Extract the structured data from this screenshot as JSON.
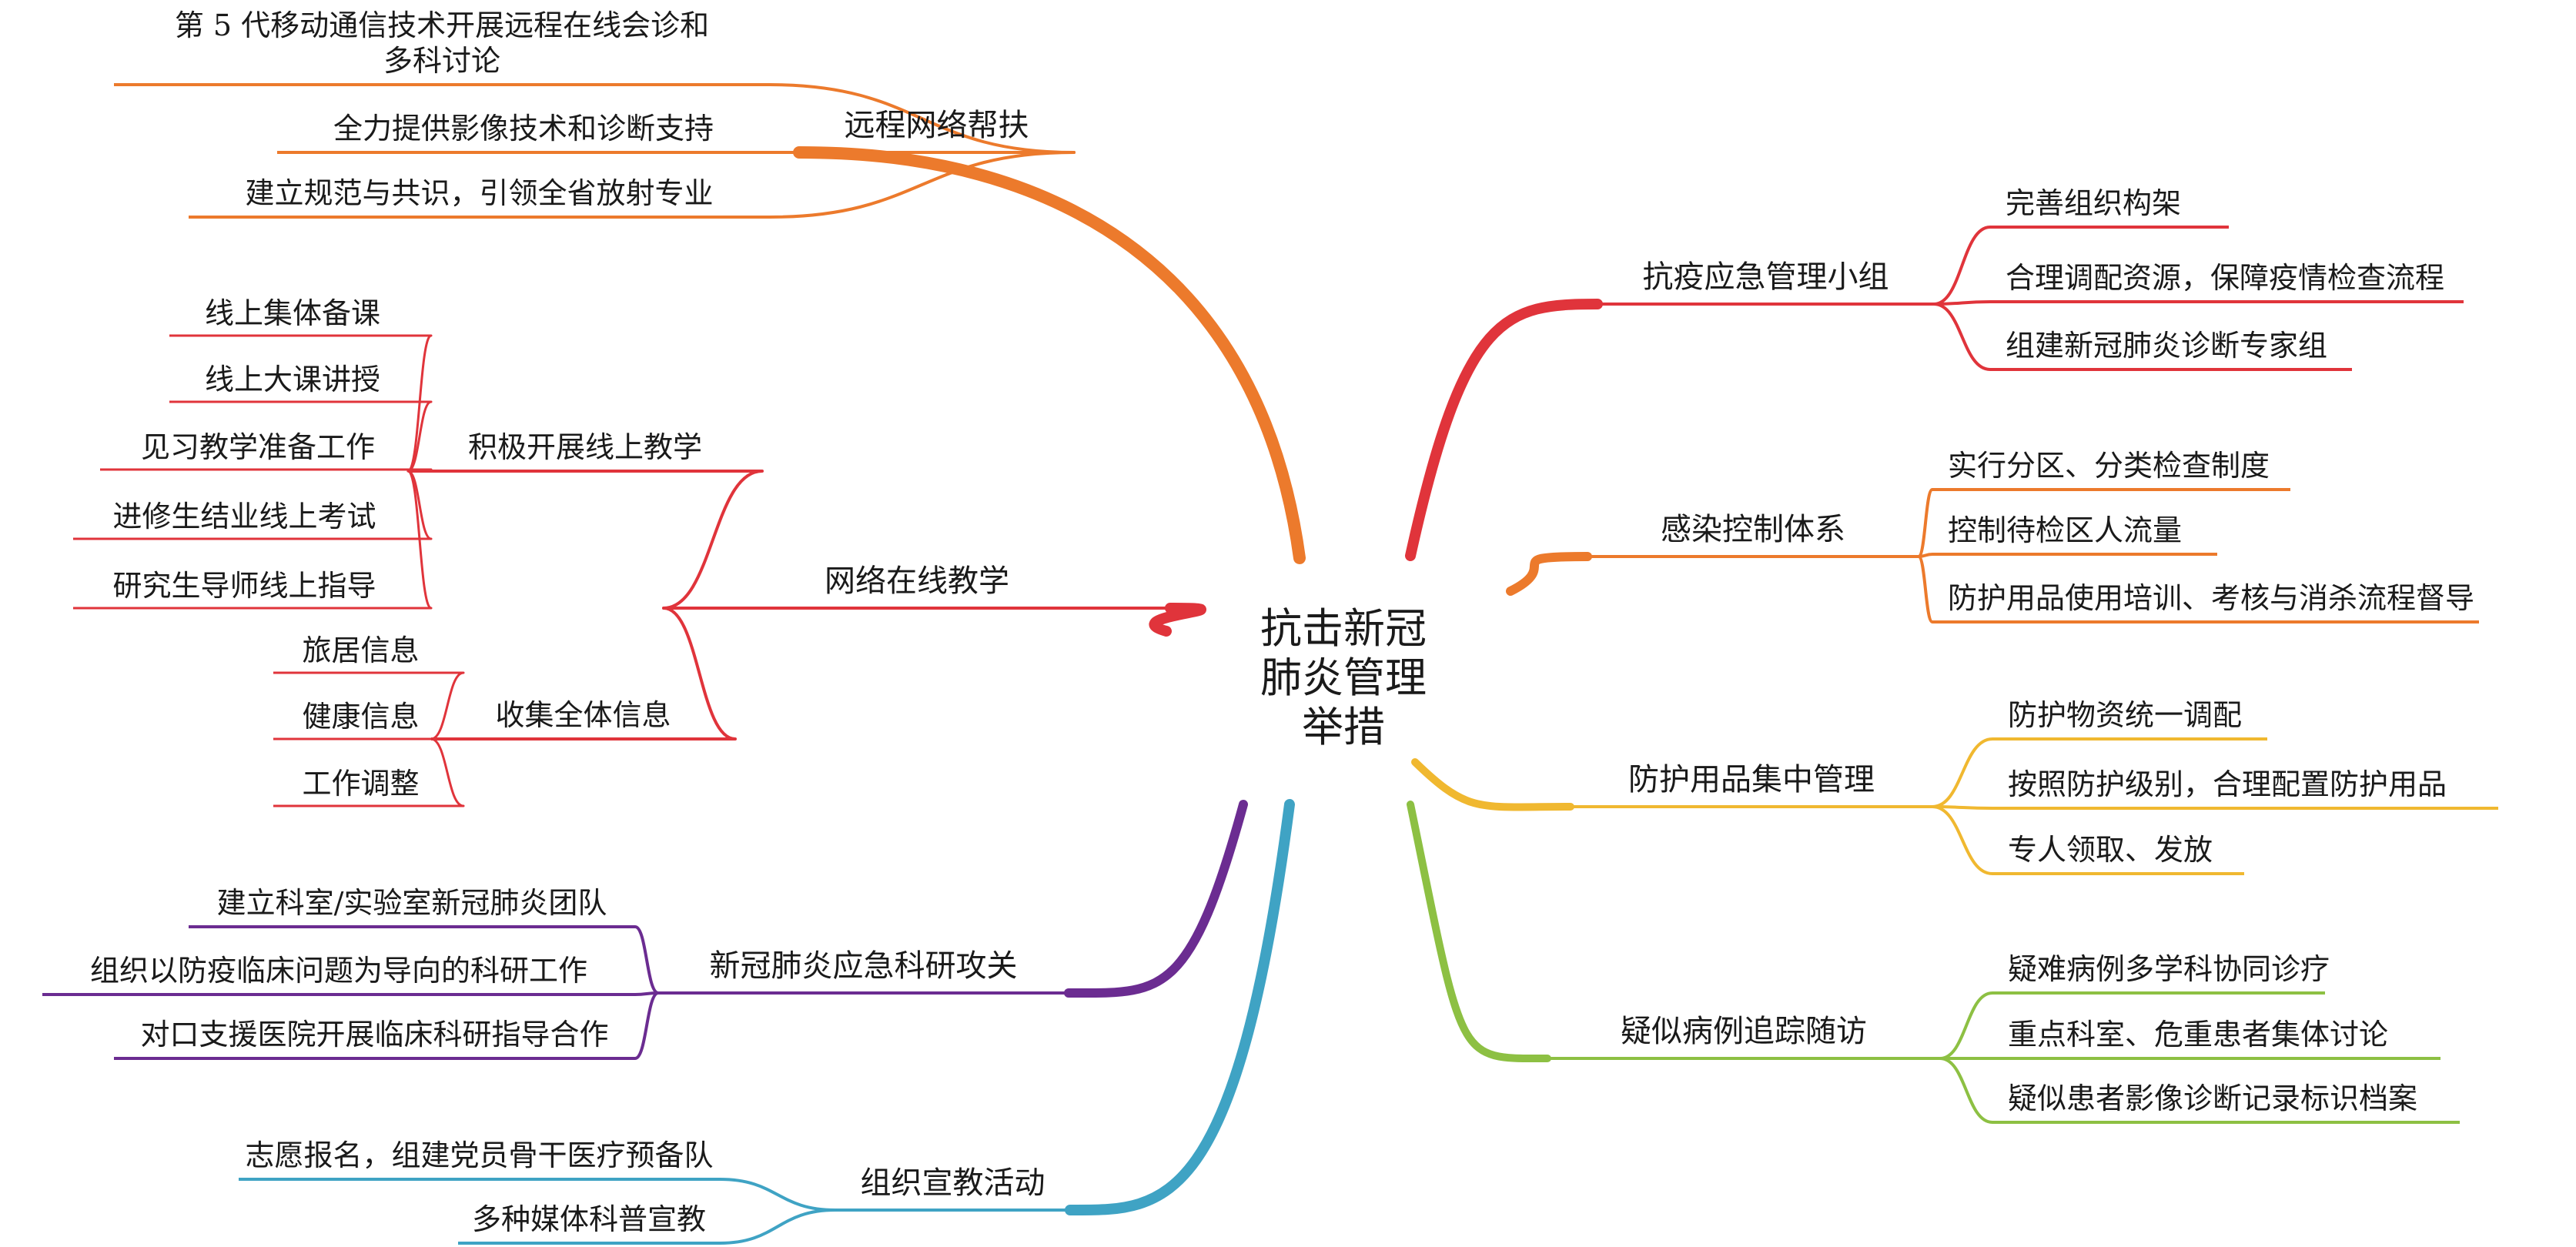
{
  "center": {
    "lines": [
      "抗击新冠",
      "肺炎管理",
      "举措"
    ]
  },
  "branches": [
    {
      "label": "远程网络帮扶",
      "color": "#EC7A2C",
      "side": "left",
      "children": [
        {
          "label": "第 5 代移动通信技术开展远程在线会诊和\n多科讨论"
        },
        {
          "label": "全力提供影像技术和诊断支持"
        },
        {
          "label": "建立规范与共识，引领全省放射专业"
        }
      ]
    },
    {
      "label": "网络在线教学",
      "color": "#E0343B",
      "side": "left",
      "children": [
        {
          "label": "积极开展线上教学",
          "children": [
            "线上集体备课",
            "线上大课讲授",
            "见习教学准备工作",
            "进修生结业线上考试",
            "研究生导师线上指导"
          ]
        },
        {
          "label": "收集全体信息",
          "children": [
            "旅居信息",
            "健康信息",
            "工作调整"
          ]
        }
      ]
    },
    {
      "label": "新冠肺炎应急科研攻关",
      "color": "#6B2C91",
      "side": "left",
      "children": [
        {
          "label": "建立科室/实验室新冠肺炎团队"
        },
        {
          "label": "组织以防疫临床问题为导向的科研工作"
        },
        {
          "label": "对口支援医院开展临床科研指导合作"
        }
      ]
    },
    {
      "label": "组织宣教活动",
      "color": "#3FA3C4",
      "side": "left",
      "children": [
        {
          "label": "志愿报名，组建党员骨干医疗预备队"
        },
        {
          "label": "多种媒体科普宣教"
        }
      ]
    },
    {
      "label": "抗疫应急管理小组",
      "color": "#E0343B",
      "side": "right",
      "children": [
        {
          "label": "完善组织构架"
        },
        {
          "label": "合理调配资源，保障疫情检查流程"
        },
        {
          "label": "组建新冠肺炎诊断专家组"
        }
      ]
    },
    {
      "label": "感染控制体系",
      "color": "#EC7A2C",
      "side": "right",
      "children": [
        {
          "label": "实行分区、分类检查制度"
        },
        {
          "label": "控制待检区人流量"
        },
        {
          "label": "防护用品使用培训、考核与消杀流程督导"
        }
      ]
    },
    {
      "label": "防护用品集中管理",
      "color": "#F0B830",
      "side": "right",
      "children": [
        {
          "label": "防护物资统一调配"
        },
        {
          "label": "按照防护级别，合理配置防护用品"
        },
        {
          "label": "专人领取、发放"
        }
      ]
    },
    {
      "label": "疑似病例追踪随访",
      "color": "#8DC043",
      "side": "right",
      "children": [
        {
          "label": "疑难病例多学科协同诊疗"
        },
        {
          "label": "重点科室、危重患者集体讨论"
        },
        {
          "label": "疑似患者影像诊断记录标识档案"
        }
      ]
    }
  ]
}
